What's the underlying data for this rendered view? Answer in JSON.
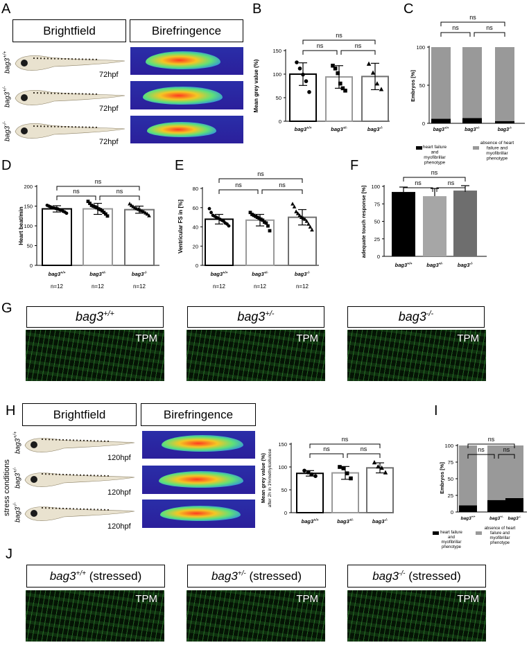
{
  "panel_letters": [
    "A",
    "B",
    "C",
    "D",
    "E",
    "F",
    "G",
    "H",
    "I",
    "J"
  ],
  "imaging_headers": {
    "brightfield": "Brightfield",
    "birefringence": "Birefringence"
  },
  "ages": {
    "a": "72hpf",
    "h": "120hpf"
  },
  "genotype_base": "bag3",
  "genotypes": [
    "+/+",
    "+/-",
    "-/-"
  ],
  "stress_label": "stress conditions",
  "tpm_label": "TPM",
  "stressed_suffix": "(stressed)",
  "ns": "ns",
  "n_labels": [
    "n=12",
    "n=12",
    "n=12"
  ],
  "legend": {
    "black": "heart failure and myofibrillar phenotype",
    "grey": "absence of heart failure and myofibrillar phenotype"
  },
  "colors": {
    "black_bar": "#000000",
    "grey_bar": "#999999",
    "dark_grey_bar": "#6f6f6f",
    "light_grey_bar": "#aaaaaa",
    "birefringence_bg": "#2b22a0"
  },
  "chart_data": [
    {
      "panel": "B",
      "type": "bar",
      "ylabel": "Mean grey value (%)",
      "ylim": [
        0,
        150
      ],
      "yticks": [
        0,
        50,
        100,
        150
      ],
      "categories": [
        "+/+",
        "+/-",
        "-/-"
      ],
      "values": [
        100,
        94,
        95
      ],
      "sd": [
        24,
        24,
        28
      ],
      "points": [
        [
          125,
          112,
          99,
          85,
          62
        ],
        [
          118,
          112,
          102,
          80,
          70,
          65
        ],
        [
          122,
          103,
          80,
          68
        ]
      ],
      "markers": [
        "circle",
        "square",
        "triangle"
      ],
      "bar_edge": [
        "#000000",
        "#999999",
        "#6f6f6f"
      ],
      "comparisons": [
        "ns",
        "ns",
        "ns"
      ]
    },
    {
      "panel": "C",
      "type": "bar",
      "ylabel": "Embryos [%]",
      "ylim": [
        0,
        100
      ],
      "yticks": [
        0,
        50,
        100
      ],
      "categories": [
        "+/+",
        "+/-",
        "-/-"
      ],
      "series": [
        {
          "values": [
            6,
            7,
            3
          ]
        },
        {
          "values": [
            94,
            93,
            97
          ]
        }
      ],
      "comparisons": [
        "ns",
        "ns",
        "ns"
      ]
    },
    {
      "panel": "D",
      "type": "bar",
      "ylabel": "Heart beat/min",
      "ylim": [
        0,
        200
      ],
      "yticks": [
        0,
        50,
        100,
        150,
        200
      ],
      "categories": [
        "+/+",
        "+/-",
        "-/-"
      ],
      "values": [
        143,
        143,
        141
      ],
      "sd": [
        8,
        14,
        9
      ],
      "points": [
        [
          152,
          150,
          148,
          146,
          145,
          144,
          143,
          141,
          140,
          137,
          135,
          132
        ],
        [
          162,
          157,
          152,
          150,
          148,
          146,
          143,
          141,
          138,
          134,
          130,
          125
        ],
        [
          156,
          152,
          149,
          146,
          144,
          142,
          140,
          138,
          136,
          133,
          130,
          126
        ]
      ],
      "markers": [
        "circle",
        "square",
        "triangle"
      ],
      "n": [
        "n=12",
        "n=12",
        "n=12"
      ],
      "comparisons": [
        "ns",
        "ns",
        "ns"
      ]
    },
    {
      "panel": "E",
      "type": "bar",
      "ylabel": "Ventricular FS in [%]",
      "ylim": [
        0,
        80
      ],
      "yticks": [
        0,
        20,
        40,
        60,
        80
      ],
      "categories": [
        "+/+",
        "+/-",
        "-/-"
      ],
      "values": [
        48,
        47,
        50
      ],
      "sd": [
        5,
        6,
        8
      ],
      "points": [
        [
          59,
          55,
          52,
          51,
          50,
          49,
          48,
          47,
          46,
          44,
          43,
          41
        ],
        [
          55,
          53,
          52,
          51,
          50,
          49,
          48,
          47,
          45,
          44,
          41,
          36
        ],
        [
          64,
          61,
          56,
          54,
          52,
          50,
          49,
          48,
          46,
          43,
          40,
          37
        ]
      ],
      "markers": [
        "circle",
        "square",
        "triangle"
      ],
      "n": [
        "n=12",
        "n=12",
        "n=12"
      ],
      "comparisons": [
        "ns",
        "ns",
        "ns"
      ]
    },
    {
      "panel": "F",
      "type": "bar",
      "ylabel": "adequate touch response [%]",
      "ylim": [
        0,
        100
      ],
      "yticks": [
        0,
        25,
        50,
        75,
        100
      ],
      "categories": [
        "+/+",
        "+/-",
        "-/-"
      ],
      "values": [
        92,
        86,
        94
      ],
      "sd": [
        7,
        11,
        7
      ],
      "bar_colors": [
        "#000000",
        "#a6a6a6",
        "#6e6e6e"
      ],
      "comparisons": [
        "ns",
        "ns",
        "ns"
      ]
    },
    {
      "panel": "H",
      "type": "bar",
      "ylabel": "Mean grey value (%)",
      "ylabel2": "after 2h in 1%methylcellulose",
      "ylim": [
        0,
        150
      ],
      "yticks": [
        0,
        50,
        100,
        150
      ],
      "categories": [
        "+/+",
        "+/-",
        "-/-"
      ],
      "values": [
        86,
        87,
        98
      ],
      "sd": [
        6,
        14,
        11
      ],
      "points": [
        [
          92,
          88,
          84,
          80
        ],
        [
          100,
          97,
          86,
          75
        ],
        [
          110,
          101,
          98,
          88
        ]
      ],
      "markers": [
        "circle",
        "square",
        "triangle"
      ],
      "bar_edge": [
        "#000000",
        "#999999",
        "#6f6f6f"
      ],
      "comparisons": [
        "ns",
        "ns",
        "ns"
      ]
    },
    {
      "panel": "I",
      "type": "bar",
      "ylabel": "Embryos [%]",
      "ylim": [
        0,
        100
      ],
      "yticks": [
        0,
        25,
        50,
        75,
        100
      ],
      "categories": [
        "+/+",
        "+/-",
        "-/-"
      ],
      "series": [
        {
          "values": [
            10,
            18,
            21
          ]
        },
        {
          "values": [
            90,
            82,
            79
          ]
        }
      ],
      "comparisons": [
        "ns",
        "ns",
        "ns"
      ]
    }
  ]
}
